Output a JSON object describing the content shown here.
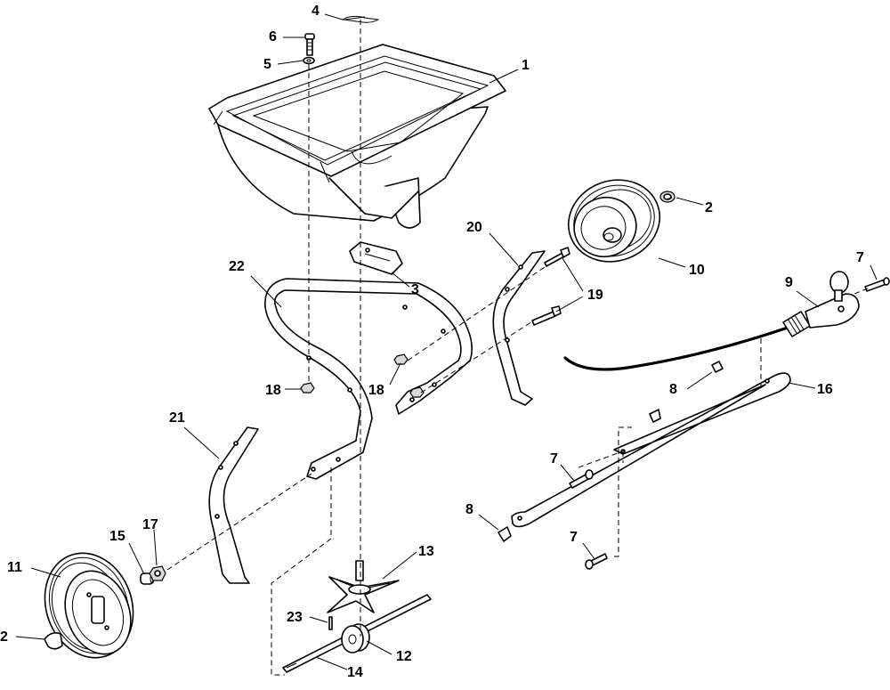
{
  "callouts": {
    "c1": "1",
    "c2a": "2",
    "c2b": "2",
    "c3": "3",
    "c4": "4",
    "c5": "5",
    "c6": "6",
    "c7a": "7",
    "c7b": "7",
    "c7c": "7",
    "c8a": "8",
    "c8b": "8",
    "c9": "9",
    "c10": "10",
    "c11": "11",
    "c12": "12",
    "c13": "13",
    "c14": "14",
    "c15": "15",
    "c16": "16",
    "c17": "17",
    "c18a": "18",
    "c18b": "18",
    "c19": "19",
    "c20": "20",
    "c21": "21",
    "c22": "22",
    "c23": "23"
  }
}
